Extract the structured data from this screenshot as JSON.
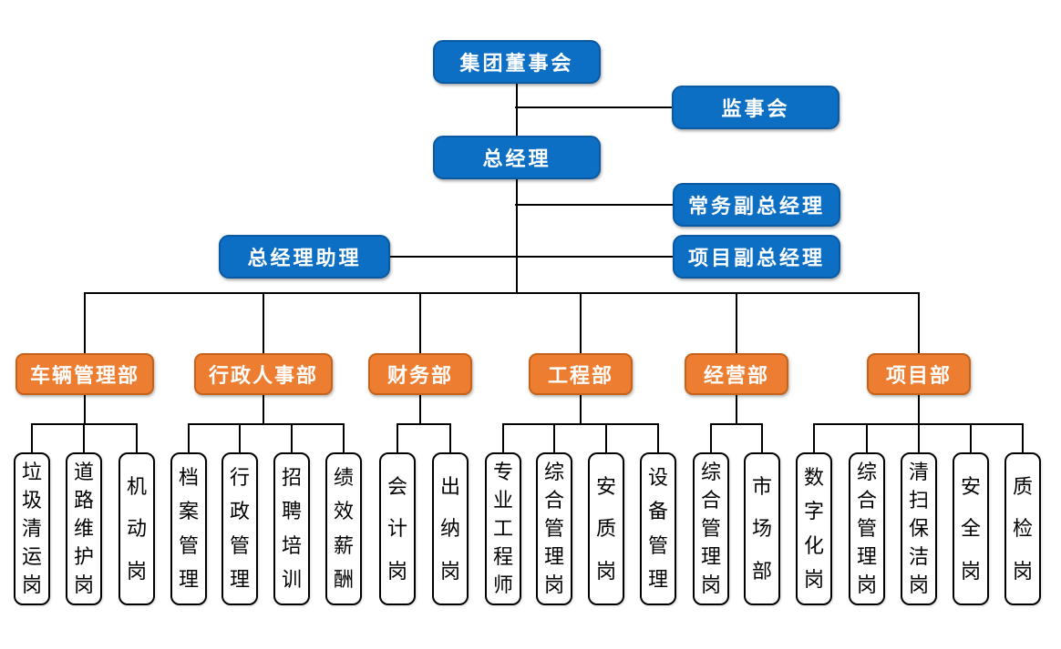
{
  "chart_title": "",
  "nodes": {
    "board": {
      "label": "集团董事会"
    },
    "supervisory": {
      "label": "监事会"
    },
    "gm": {
      "label": "总经理"
    },
    "evp": {
      "label": "常务副总经理"
    },
    "assistant": {
      "label": "总经理助理"
    },
    "pvp": {
      "label": "项目副总经理"
    }
  },
  "departments": [
    {
      "label": "车辆管理部",
      "positions": [
        "垃圾清运岗",
        "道路维护岗",
        "机动岗"
      ]
    },
    {
      "label": "行政人事部",
      "positions": [
        "档案管理",
        "行政管理",
        "招聘培训",
        "绩效薪酬"
      ]
    },
    {
      "label": "财务部",
      "positions": [
        "会计岗",
        "出纳岗"
      ]
    },
    {
      "label": "工程部",
      "positions": [
        "专业工程师",
        "综合管理岗",
        "安质岗",
        "设备管理"
      ]
    },
    {
      "label": "经营部",
      "positions": [
        "综合管理岗",
        "市场部"
      ]
    },
    {
      "label": "项目部",
      "positions": [
        "数字化岗",
        "综合管理岗",
        "清扫保洁岗",
        "安全岗",
        "质检岗"
      ]
    }
  ],
  "colors": {
    "executive_fill": "#0D6FC4",
    "executive_border": "#0A59A3",
    "department_fill": "#ED7D31",
    "department_border": "#C6621A",
    "position_fill": "#FFFFFF",
    "position_border": "#000000",
    "connector": "#000000",
    "text_on_color": "#FFFFFF",
    "text_dark": "#000000"
  }
}
